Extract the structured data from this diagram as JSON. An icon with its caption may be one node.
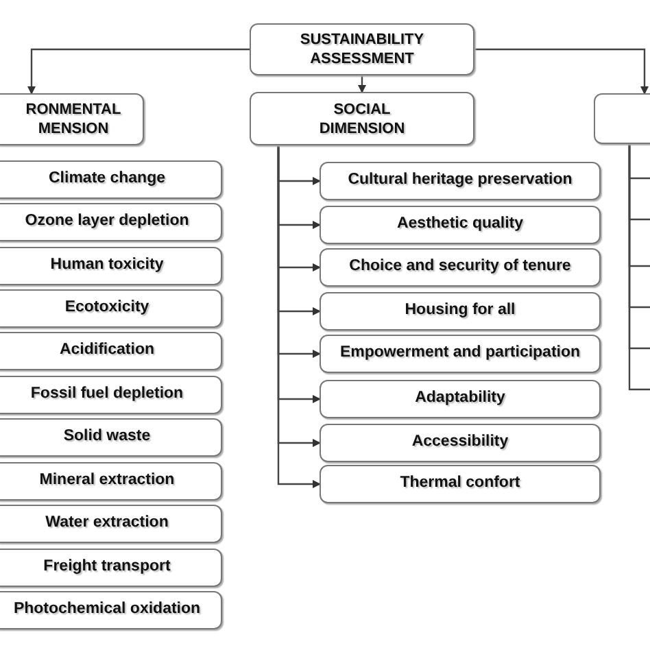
{
  "diagram": {
    "nodes": [
      {
        "text": [
          "SUSTAINABILITY ASSESSMENT"
        ]
      },
      {
        "text": [
          "RONMENTAL MENSION"
        ]
      },
      {
        "text": [
          "SOCIAL DIMENSION"
        ]
      },
      {
        "text": [],
        "shape": "box"
      },
      {
        "text": [
          "Climate change"
        ]
      },
      {
        "text": [
          "Ozone layer depletion"
        ]
      },
      {
        "text": [
          "Human toxicity"
        ]
      },
      {
        "text": [
          "Ecotoxicity"
        ]
      },
      {
        "text": [
          "Acidification"
        ]
      },
      {
        "text": [
          "Fossil fuel depletion"
        ]
      },
      {
        "text": [
          "Solid waste"
        ]
      },
      {
        "text": [
          "Mineral extraction"
        ]
      },
      {
        "text": [
          "Water extraction"
        ]
      },
      {
        "text": [
          "Freight transport"
        ]
      },
      {
        "text": [
          "Photochemical oxidation"
        ]
      },
      {
        "text": [
          "Cultural heritage preservation"
        ]
      },
      {
        "text": [
          "Aesthetic quality"
        ]
      },
      {
        "text": [
          "Choice and security of tenure"
        ]
      },
      {
        "text": [
          "Housing for all"
        ]
      },
      {
        "text": [
          "Empowerment and participation"
        ]
      },
      {
        "text": [
          "Adaptability"
        ]
      },
      {
        "text": [
          "Accessibility"
        ]
      },
      {
        "text": [
          "Thermal confort"
        ]
      }
    ],
    "edges": [
      {
        "from": 0,
        "to": 1,
        "arrow": "to"
      },
      {
        "from": 0,
        "to": 2,
        "arrow": "to"
      },
      {
        "from": 0,
        "to": 3,
        "arrow": "to"
      },
      {
        "from": 2,
        "to": 15,
        "arrow": "to"
      },
      {
        "from": 2,
        "to": 16,
        "arrow": "to"
      },
      {
        "from": 2,
        "to": 17,
        "arrow": "to"
      },
      {
        "from": 2,
        "to": 18,
        "arrow": "to"
      },
      {
        "from": 2,
        "to": 19,
        "arrow": "to"
      },
      {
        "from": 2,
        "to": 20,
        "arrow": "to"
      },
      {
        "from": 2,
        "to": 21,
        "arrow": "to"
      },
      {
        "from": 2,
        "to": 22,
        "arrow": "to"
      },
      {
        "from": 3,
        "to": null,
        "arrow": "none"
      },
      {
        "from": 3,
        "to": null,
        "arrow": "none"
      },
      {
        "from": 3,
        "to": null,
        "arrow": "none"
      },
      {
        "from": 3,
        "to": null,
        "arrow": "none"
      },
      {
        "from": 3,
        "to": null,
        "arrow": "none"
      },
      {
        "from": 3,
        "to": null,
        "arrow": "none"
      }
    ]
  }
}
